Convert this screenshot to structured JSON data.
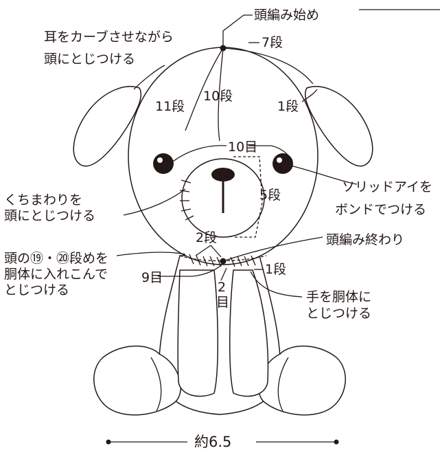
{
  "labels": {
    "head_start": "頭編み始め",
    "ear_attach_line1": "耳をカーブさせながら",
    "ear_attach_line2": "頭にとじつける",
    "rows7": "7段",
    "rows10": "10段",
    "rows11": "11段",
    "row1_ear": "1段",
    "stitches10": "10目",
    "mouth_line1": "くちまわりを",
    "mouth_line2": "頭にとじつける",
    "rows5": "5段",
    "eyes_line1": "ソリッドアイを",
    "eyes_line2": "ボンドでつける",
    "rows2": "2段",
    "head_end": "頭編み終わり",
    "neck_line1": "頭の⑲・⑳段めを",
    "neck_line2": "胴体に入れこんで",
    "neck_line3": "とじつける",
    "row1_neck": "1段",
    "stitches9": "9目",
    "stitches2_a": "2",
    "stitches2_b": "目",
    "arm_line1": "手を胴体に",
    "arm_line2": "とじつける",
    "width": "約6.5"
  },
  "colors": {
    "ink": "#231815",
    "fill": "#ffffff"
  }
}
